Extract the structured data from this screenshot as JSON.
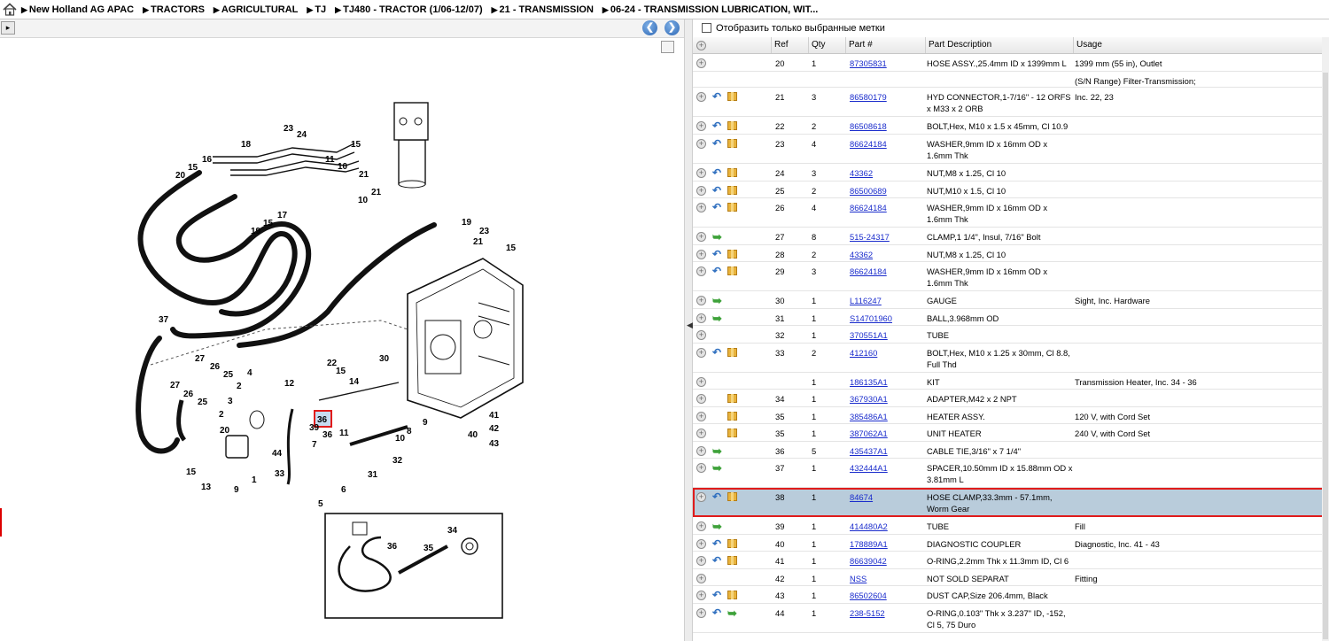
{
  "breadcrumbs": [
    "New Holland AG APAC",
    "TRACTORS",
    "AGRICULTURAL",
    "TJ",
    "TJ480 - TRACTOR (1/06-12/07)",
    "21 - TRANSMISSION",
    "06-24 - TRANSMISSION LUBRICATION,  WIT..."
  ],
  "filter": {
    "label": "Отобразить только выбранные метки"
  },
  "columns": {
    "ref": "Ref",
    "qty": "Qty",
    "part": "Part #",
    "desc": "Part Description",
    "usage": "Usage"
  },
  "diagram": {
    "selected_callout": "36",
    "callouts": [
      "23",
      "24",
      "18",
      "15",
      "16",
      "20",
      "11",
      "15",
      "10",
      "21",
      "10",
      "21",
      "19",
      "15",
      "17",
      "19",
      "23",
      "21",
      "15",
      "37",
      "27",
      "26",
      "25",
      "27",
      "26",
      "25",
      "4",
      "2",
      "12",
      "22",
      "14",
      "15",
      "30",
      "3",
      "2",
      "20",
      "39",
      "11",
      "8",
      "9",
      "36",
      "7",
      "10",
      "41",
      "42",
      "40",
      "43",
      "44",
      "15",
      "13",
      "9",
      "1",
      "33",
      "5",
      "6",
      "31",
      "32",
      "34",
      "36",
      "35"
    ]
  },
  "rows": [
    {
      "ref": "20",
      "qty": "1",
      "part": "87305831",
      "desc": "HOSE ASSY.,25.4mm ID x 1399mm L",
      "usage": "1399 mm (55 in), Outlet",
      "icons": [
        "add"
      ],
      "h": 20
    },
    {
      "ref": "",
      "qty": "",
      "part": "",
      "desc": "",
      "usage": "(S/N Range) Filter-Transmission;",
      "icons": [],
      "h": 18
    },
    {
      "ref": "21",
      "qty": "3",
      "part": "86580179",
      "desc": "HYD CONNECTOR,1-7/16\" - 12 ORFS x M33 x 2 ORB",
      "usage": "Inc. 22, 23",
      "icons": [
        "add",
        "undo",
        "box"
      ],
      "h": 33
    },
    {
      "ref": "22",
      "qty": "2",
      "part": "86508618",
      "desc": "BOLT,Hex, M10 x 1.5 x 45mm, Cl 10.9",
      "usage": "",
      "icons": [
        "add",
        "undo",
        "box"
      ],
      "h": 20
    },
    {
      "ref": "23",
      "qty": "4",
      "part": "86624184",
      "desc": "WASHER,9mm ID x 16mm OD x 1.6mm Thk",
      "usage": "",
      "icons": [
        "add",
        "undo",
        "box"
      ],
      "h": 33
    },
    {
      "ref": "24",
      "qty": "3",
      "part": "43362",
      "desc": "NUT,M8 x 1.25, Cl 10",
      "usage": "",
      "icons": [
        "add",
        "undo",
        "box"
      ],
      "h": 20
    },
    {
      "ref": "25",
      "qty": "2",
      "part": "86500689",
      "desc": "NUT,M10 x 1.5, Cl 10",
      "usage": "",
      "icons": [
        "add",
        "undo",
        "box"
      ],
      "h": 19
    },
    {
      "ref": "26",
      "qty": "4",
      "part": "86624184",
      "desc": "WASHER,9mm ID x 16mm OD x 1.6mm Thk",
      "usage": "",
      "icons": [
        "add",
        "undo",
        "box"
      ],
      "h": 33
    },
    {
      "ref": "27",
      "qty": "8",
      "part": "515-24317",
      "desc": "CLAMP,1 1/4\", Insul, 7/16\" Bolt",
      "usage": "",
      "icons": [
        "add",
        "go"
      ],
      "h": 20
    },
    {
      "ref": "28",
      "qty": "2",
      "part": "43362",
      "desc": "NUT,M8 x 1.25, Cl 10",
      "usage": "",
      "icons": [
        "add",
        "undo",
        "box"
      ],
      "h": 19
    },
    {
      "ref": "29",
      "qty": "3",
      "part": "86624184",
      "desc": "WASHER,9mm ID x 16mm OD x 1.6mm Thk",
      "usage": "",
      "icons": [
        "add",
        "undo",
        "box"
      ],
      "h": 33
    },
    {
      "ref": "30",
      "qty": "1",
      "part": "L116247",
      "desc": "GAUGE",
      "usage": "Sight, Inc. Hardware",
      "icons": [
        "add",
        "go"
      ],
      "h": 20
    },
    {
      "ref": "31",
      "qty": "1",
      "part": "S14701960",
      "desc": "BALL,3.968mm OD",
      "usage": "",
      "icons": [
        "add",
        "go"
      ],
      "h": 19
    },
    {
      "ref": "32",
      "qty": "1",
      "part": "370551A1",
      "desc": "TUBE",
      "usage": "",
      "icons": [
        "add"
      ],
      "h": 20
    },
    {
      "ref": "33",
      "qty": "2",
      "part": "412160",
      "desc": "BOLT,Hex, M10 x 1.25 x 30mm, Cl 8.8, Full Thd",
      "usage": "",
      "icons": [
        "add",
        "undo",
        "box"
      ],
      "h": 33
    },
    {
      "ref": "",
      "qty": "1",
      "part": "186135A1",
      "desc": "KIT",
      "usage": "Transmission Heater, Inc. 34 - 36",
      "icons": [
        "add"
      ],
      "h": 19
    },
    {
      "ref": "34",
      "qty": "1",
      "part": "367930A1",
      "desc": "ADAPTER,M42 x 2 NPT",
      "usage": "",
      "icons": [
        "add",
        "box"
      ],
      "h": 20
    },
    {
      "ref": "35",
      "qty": "1",
      "part": "385486A1",
      "desc": "HEATER ASSY.",
      "usage": "120 V, with Cord Set",
      "icons": [
        "add",
        "box"
      ],
      "h": 19
    },
    {
      "ref": "35",
      "qty": "1",
      "part": "387062A1",
      "desc": "UNIT HEATER",
      "usage": "240 V, with Cord Set",
      "icons": [
        "add",
        "box"
      ],
      "h": 20
    },
    {
      "ref": "36",
      "qty": "5",
      "part": "435437A1",
      "desc": "CABLE TIE,3/16\" x 7 1/4\"",
      "usage": "",
      "icons": [
        "add",
        "go"
      ],
      "h": 19
    },
    {
      "ref": "37",
      "qty": "1",
      "part": "432444A1",
      "desc": "SPACER,10.50mm ID x 15.88mm OD x 3.81mm L",
      "usage": "",
      "icons": [
        "add",
        "go"
      ],
      "h": 33
    },
    {
      "ref": "38",
      "qty": "1",
      "part": "84674",
      "desc": "HOSE CLAMP,33.3mm - 57.1mm, Worm Gear",
      "usage": "",
      "icons": [
        "add",
        "undo",
        "box"
      ],
      "h": 33,
      "selected": true
    },
    {
      "ref": "39",
      "qty": "1",
      "part": "414480A2",
      "desc": "TUBE",
      "usage": "Fill",
      "icons": [
        "add",
        "go"
      ],
      "h": 20
    },
    {
      "ref": "40",
      "qty": "1",
      "part": "178889A1",
      "desc": "DIAGNOSTIC COUPLER",
      "usage": "Diagnostic, Inc. 41 - 43",
      "icons": [
        "add",
        "undo",
        "box"
      ],
      "h": 19
    },
    {
      "ref": "41",
      "qty": "1",
      "part": "86639042",
      "desc": "O-RING,2.2mm Thk x 11.3mm ID, Cl 6",
      "usage": "",
      "icons": [
        "add",
        "undo",
        "box"
      ],
      "h": 20
    },
    {
      "ref": "42",
      "qty": "1",
      "part": "NSS",
      "desc": "NOT SOLD SEPARAT",
      "usage": "Fitting",
      "icons": [
        "add"
      ],
      "h": 19
    },
    {
      "ref": "43",
      "qty": "1",
      "part": "86502604",
      "desc": "DUST CAP,Size 206.4mm, Black",
      "usage": "",
      "icons": [
        "add",
        "undo",
        "box"
      ],
      "h": 20
    },
    {
      "ref": "44",
      "qty": "1",
      "part": "238-5152",
      "desc": "O-RING,0.103\" Thk x 3.237\" ID, -152, Cl 5, 75 Duro",
      "usage": "",
      "icons": [
        "add",
        "undo",
        "go"
      ],
      "h": 33
    }
  ]
}
